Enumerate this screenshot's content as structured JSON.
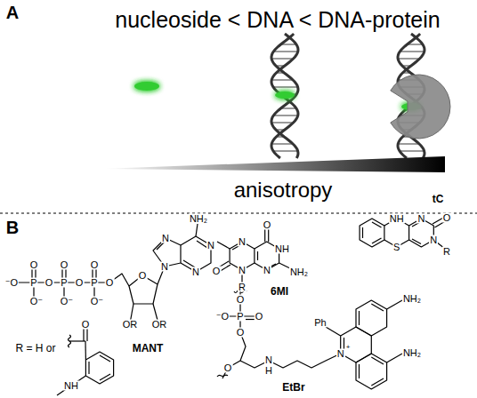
{
  "diagram": {
    "labels": [
      "nucleoside < DNA < DNA-protein",
      "anisotropy",
      "A",
      "B",
      "O",
      "O",
      "O",
      "⁻O",
      "P",
      "O",
      "P",
      "O",
      "P",
      "O",
      "O⁻",
      "O⁻",
      "O⁻",
      "O",
      "OR",
      "OR",
      "N",
      "N",
      "N",
      "N",
      "NH₂",
      "R = H or",
      "O",
      "NH",
      "MANT",
      "O",
      "NH",
      "N",
      "O",
      "N",
      "N",
      "NH₂",
      "R",
      "6MI",
      "NH",
      "S",
      "N",
      "O",
      "N",
      "R",
      "tC",
      "O",
      "⁻O",
      "P",
      "O",
      "O",
      "O",
      "N",
      "H",
      "N",
      "+",
      "Ph",
      "NH₂",
      "NH₂",
      "EtBr"
    ]
  }
}
